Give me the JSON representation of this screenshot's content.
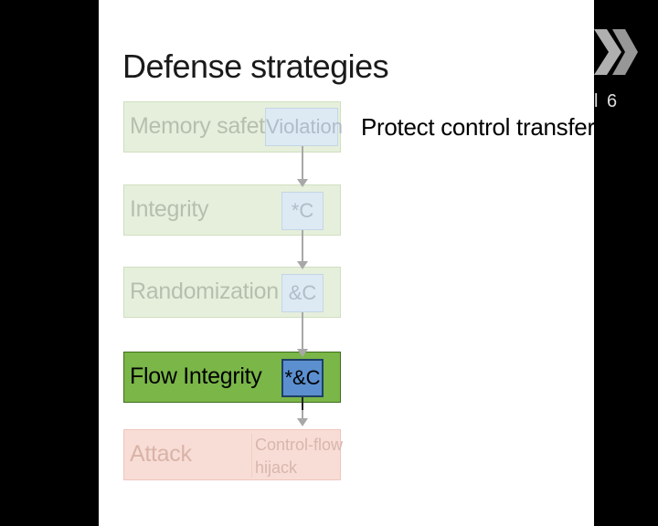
{
  "slide": {
    "title": "Defense strategies",
    "side_note": "Protect control transfers",
    "steps": [
      {
        "label": "Memory safety",
        "tag": "Violation"
      },
      {
        "label": "Integrity",
        "tag": "*C"
      },
      {
        "label": "Randomization",
        "tag": "&C"
      },
      {
        "label": "Flow Integrity",
        "tag": "*&C"
      },
      {
        "label": "Attack",
        "tag_line1": "Control-flow",
        "tag_line2": "hijack"
      }
    ]
  },
  "logo": {
    "text": "l 6"
  },
  "colors": {
    "active_box": "#7ab648",
    "active_tag": "#5b8fd0",
    "faded_green": "#e6efdc",
    "faded_red": "#f8ddd6",
    "background": "#000000"
  }
}
